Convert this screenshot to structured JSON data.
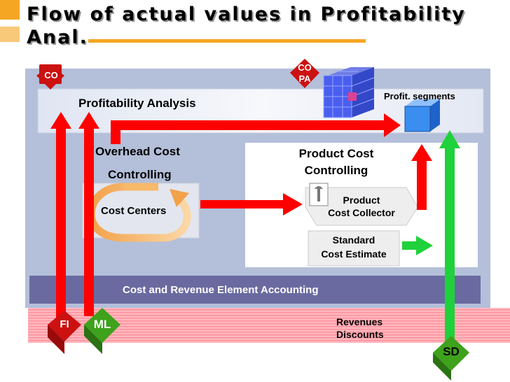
{
  "title": "Flow of actual values in Profitability Anal.",
  "badges": {
    "co": "CO",
    "copa_line1": "CO",
    "copa_line2": "PA",
    "fi": "FI",
    "ml": "ML",
    "sd": "SD"
  },
  "profitability_analysis": "Profitability Analysis",
  "profit_segments": "Profit. segments",
  "overhead": {
    "line1": "Overhead Cost",
    "line2": "Controlling"
  },
  "cost_centers": "Cost Centers",
  "product_cost": {
    "line1": "Product Cost",
    "line2": "Controlling"
  },
  "product_cost_collector": {
    "line1": "Product",
    "line2": "Cost Collector"
  },
  "standard_cost_estimate": {
    "line1": "Standard",
    "line2": "Cost Estimate"
  },
  "cost_revenue_bar": "Cost and Revenue Element Accounting",
  "revenues": {
    "line1": "Revenues",
    "line2": "Discounts"
  },
  "colors": {
    "main_panel": "#b4bfd9",
    "cost_revenue_bar": "#6a6aa0",
    "red_arrow": "#ff0000",
    "green_arrow": "#1fd13a",
    "badge_red": "#cc1111",
    "badge_green": "#3ea21c",
    "segment_cube": "#3a8ef0",
    "accent_orange": "#f5a623"
  }
}
